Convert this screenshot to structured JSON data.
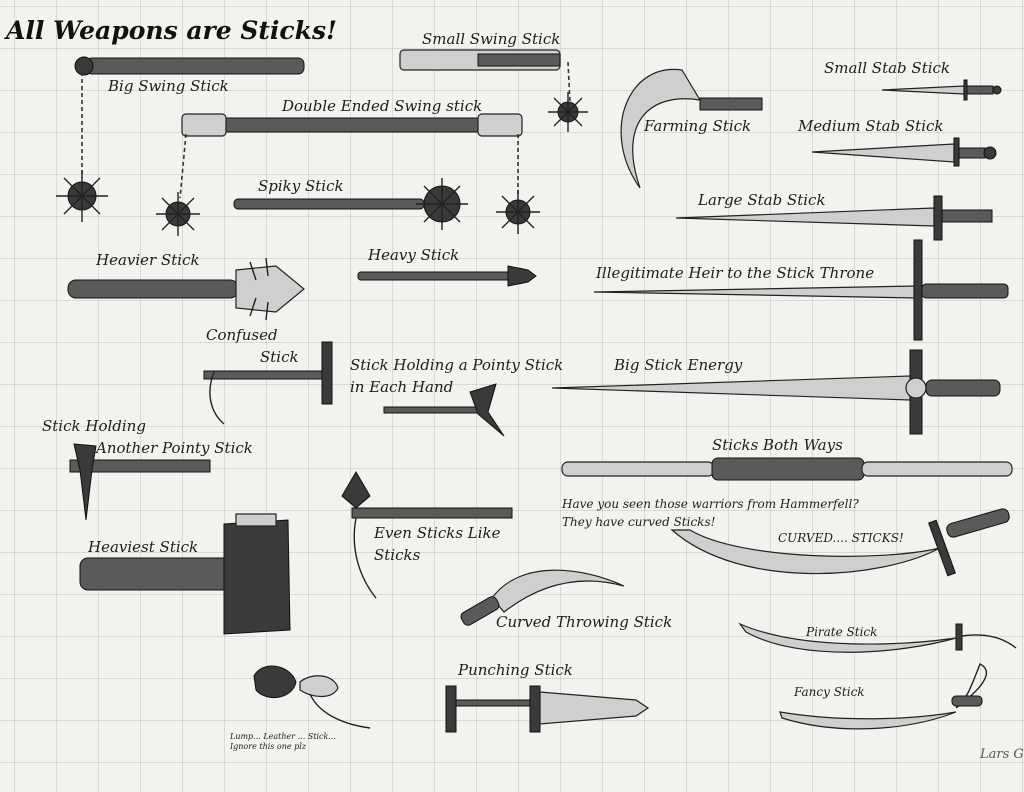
{
  "title": "All Weapons are Sticks!",
  "labels": {
    "small_swing": "Small Swing Stick",
    "big_swing": "Big Swing Stick",
    "double_ended": "Double Ended Swing stick",
    "farming": "Farming Stick",
    "small_stab": "Small Stab Stick",
    "medium_stab": "Medium Stab Stick",
    "spiky": "Spiky Stick",
    "large_stab": "Large Stab Stick",
    "heavier": "Heavier Stick",
    "heavy": "Heavy Stick",
    "illegitimate": "Illegitimate Heir to the Stick Throne",
    "confused_1": "Confused",
    "confused_2": "Stick",
    "pointy_1": "Stick Holding a Pointy Stick",
    "pointy_2": "in Each Hand",
    "big_energy": "Big Stick Energy",
    "another_1": "Stick Holding",
    "another_2": "Another Pointy Stick",
    "both_ways": "Sticks Both Ways",
    "hammerfell_1": "Have you seen those warriors from Hammerfell?",
    "hammerfell_2": "They have curved Sticks!",
    "curved": "CURVED.... STICKS!",
    "heaviest": "Heaviest Stick",
    "even_1": "Even Sticks Like",
    "even_2": "Sticks",
    "throwing": "Curved Throwing Stick",
    "pirate": "Pirate Stick",
    "punching": "Punching Stick",
    "fancy": "Fancy Stick",
    "lump_1": "Lump... Leather ... Stick...",
    "lump_2": "Ignore this one plz",
    "signature": "Lars Gra"
  },
  "colors": {
    "paper": "#f3f2ee",
    "grid": "#9a9a9a",
    "ink": "#1d1d1d"
  }
}
